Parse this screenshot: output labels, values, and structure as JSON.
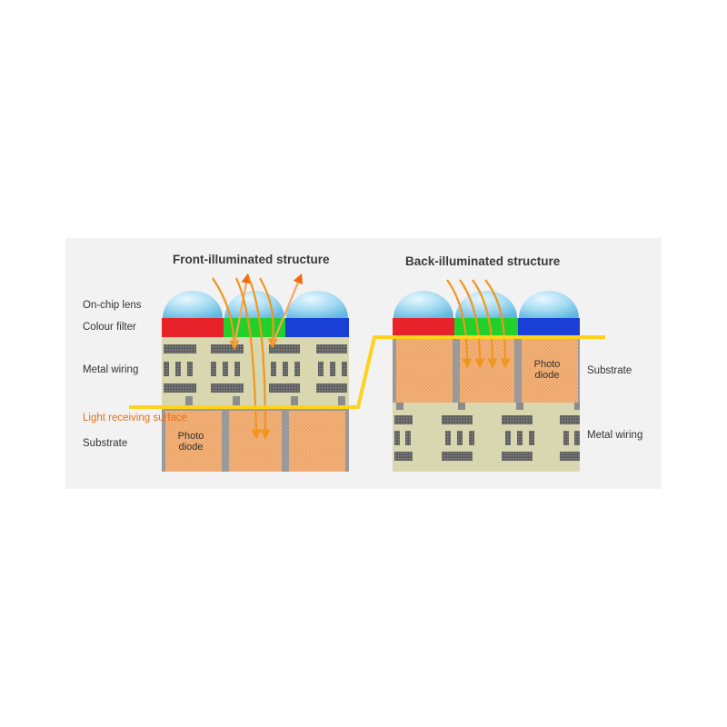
{
  "front": {
    "title": "Front-illuminated structure",
    "labels": {
      "lens": "On-chip lens",
      "filter": "Colour filter",
      "wiring": "Metal wiring",
      "surface": "Light receiving surface",
      "substrate": "Substrate"
    },
    "photodiode": [
      "Photo",
      "diode"
    ]
  },
  "back": {
    "title": "Back-illuminated structure",
    "labels": {
      "substrate": "Substrate",
      "wiring": "Metal wiring"
    },
    "photodiode": [
      "Photo",
      "diode"
    ]
  },
  "colors": {
    "panel": "#f2f2f2",
    "red_filter": "#e8222a",
    "green_filter": "#22d02a",
    "blue_filter": "#1a3fd6",
    "wiring_layer": "#d9d7b0",
    "metal_block": "#6b6b6b",
    "photodiode": "#f2b27a",
    "separator": "#9a9a9a",
    "light_arrow": "#f0961e",
    "light_surface_line": "#ffd21e",
    "lens": "#8fd0ee"
  },
  "icons": [
    "light-ray-arrow",
    "on-chip-lens-dome"
  ]
}
